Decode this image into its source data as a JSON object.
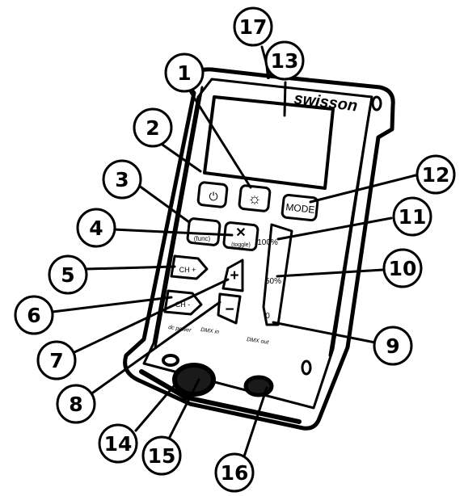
{
  "device": {
    "brand": "swisson",
    "buttons": {
      "power_symbol": "⏻",
      "backlight_symbol": "☼",
      "mode": "MODE",
      "func": "(func)",
      "toggle_symbol": "✕",
      "toggle": "(toggle)",
      "ch_plus": "CH +",
      "ch_minus": "CH -",
      "plus": "+",
      "minus": "−"
    },
    "fader": {
      "top": "100%",
      "middle": "50%",
      "bottom": "0"
    },
    "ports": {
      "dc_power": "dc power",
      "dmx_in": "DMX in",
      "dmx_out": "DMX out"
    }
  },
  "callouts": [
    "1",
    "2",
    "3",
    "4",
    "5",
    "6",
    "7",
    "8",
    "9",
    "10",
    "11",
    "12",
    "13",
    "14",
    "15",
    "16",
    "17"
  ],
  "colors": {
    "line": "#000000",
    "background": "#ffffff",
    "shading": "#1a1a1a"
  }
}
